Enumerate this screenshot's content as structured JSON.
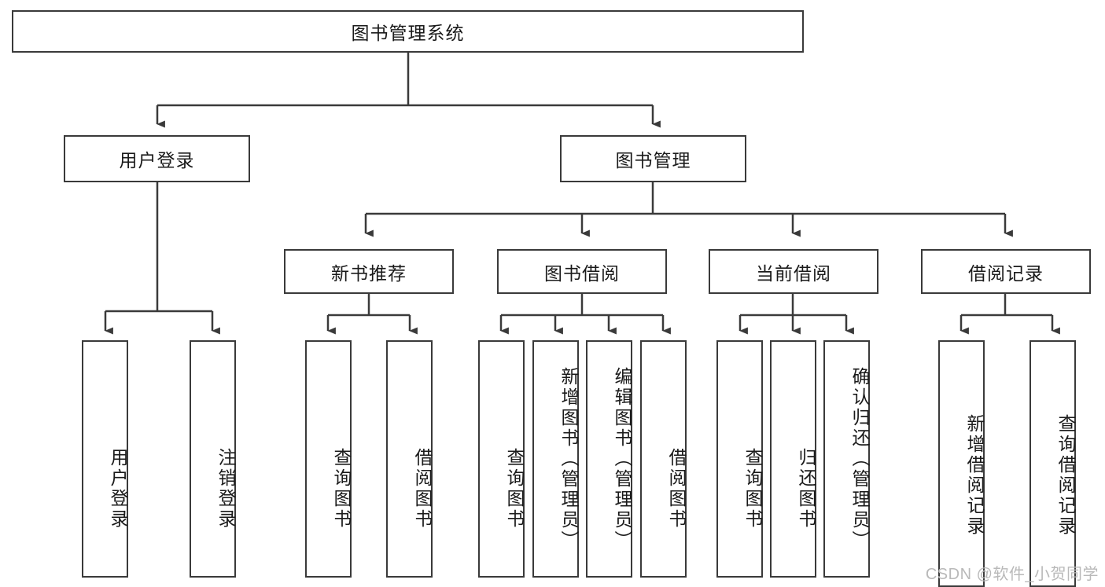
{
  "diagram": {
    "title": "图书管理系统",
    "type": "tree",
    "watermark": "CSDN @软件_小贺同学",
    "colors": {
      "stroke": "#3a3a3a",
      "fill": "#ffffff",
      "text": "#1a1a1a",
      "watermark": "#b9b9b9"
    },
    "root": {
      "id": "root",
      "label": "图书管理系统"
    },
    "level1": [
      {
        "id": "user-login",
        "label": "用户登录"
      },
      {
        "id": "book-manage",
        "label": "图书管理"
      }
    ],
    "level2": [
      {
        "id": "new-book-recommend",
        "label": "新书推荐",
        "parent": "book-manage"
      },
      {
        "id": "book-borrow",
        "label": "图书借阅",
        "parent": "book-manage"
      },
      {
        "id": "current-borrow",
        "label": "当前借阅",
        "parent": "book-manage"
      },
      {
        "id": "borrow-record",
        "label": "借阅记录",
        "parent": "book-manage"
      }
    ],
    "leaves": [
      {
        "id": "leaf-user-login",
        "label": "用户登录",
        "parent": "user-login"
      },
      {
        "id": "leaf-user-logout",
        "label": "注销登录",
        "parent": "user-login"
      },
      {
        "id": "leaf-query-book-1",
        "label": "查询图书",
        "parent": "new-book-recommend"
      },
      {
        "id": "leaf-borrow-book-1",
        "label": "借阅图书",
        "parent": "new-book-recommend"
      },
      {
        "id": "leaf-query-book-2",
        "label": "查询图书",
        "parent": "book-borrow"
      },
      {
        "id": "leaf-add-book",
        "label": "新增图书（管理员）",
        "parent": "book-borrow"
      },
      {
        "id": "leaf-edit-book",
        "label": "编辑图书（管理员）",
        "parent": "book-borrow"
      },
      {
        "id": "leaf-borrow-book-2",
        "label": "借阅图书",
        "parent": "book-borrow"
      },
      {
        "id": "leaf-query-book-3",
        "label": "查询图书",
        "parent": "current-borrow"
      },
      {
        "id": "leaf-return-book",
        "label": "归还图书",
        "parent": "current-borrow"
      },
      {
        "id": "leaf-confirm-return",
        "label": "确认归还（管理员）",
        "parent": "current-borrow"
      },
      {
        "id": "leaf-add-record",
        "label": "新增借阅记录",
        "parent": "borrow-record"
      },
      {
        "id": "leaf-query-record",
        "label": "查询借阅记录",
        "parent": "borrow-record"
      }
    ]
  }
}
